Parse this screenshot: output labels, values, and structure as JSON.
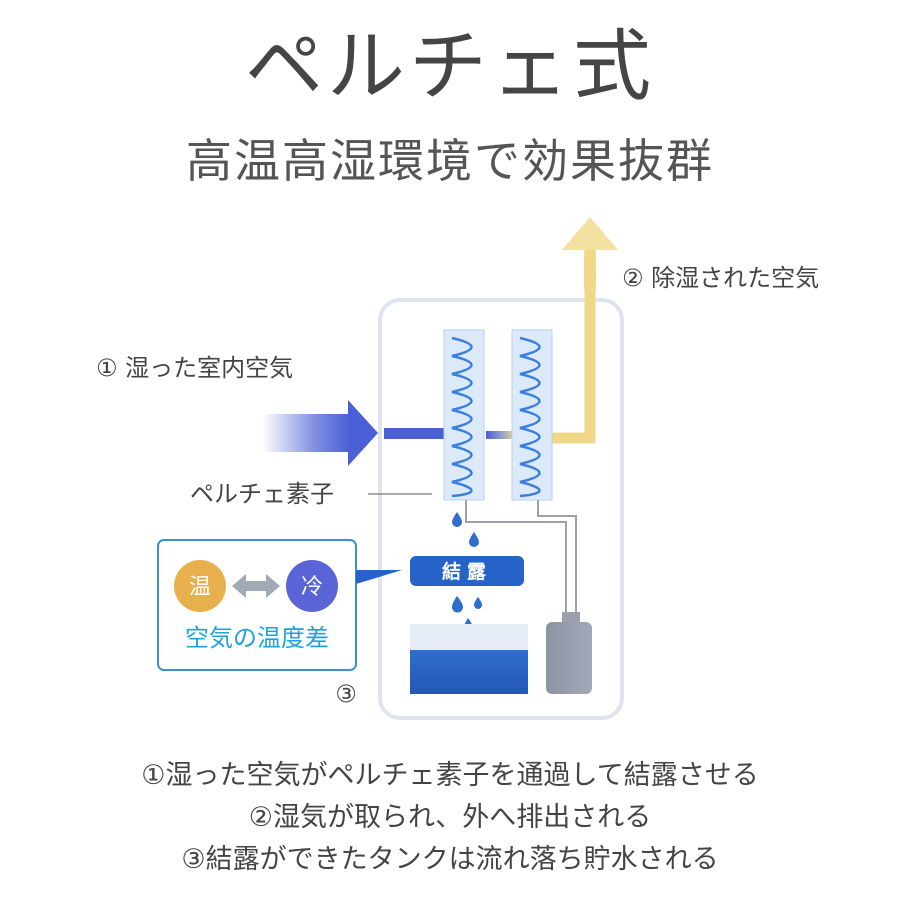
{
  "header": {
    "title": "ペルチェ式",
    "subtitle": "高温高湿環境で効果抜群"
  },
  "diagram": {
    "label_outflow": "② 除湿された空気",
    "label_inflow": "① 湿った室内空気",
    "label_element": "ペルチェ素子",
    "condensation_tag": "結露",
    "hot_label": "温",
    "cold_label": "冷",
    "temp_diff_label": "空気の温度差",
    "step3_marker": "③"
  },
  "steps": [
    "①湿った空気がペルチェ素子を通過して結露させる",
    "②湿気が取られ、外へ排出される",
    "③結露ができたタンクは流れ落ち貯水される"
  ],
  "colors": {
    "intake_blue": "#4b5fd6",
    "exhaust_yellow": "#f0d888",
    "tag_blue": "#2563c9",
    "water_blue": "#2f6fcc",
    "hot_orange": "#e8b04c",
    "cold_purple": "#5b64d6",
    "accent_cyan": "#1fa3dd"
  }
}
